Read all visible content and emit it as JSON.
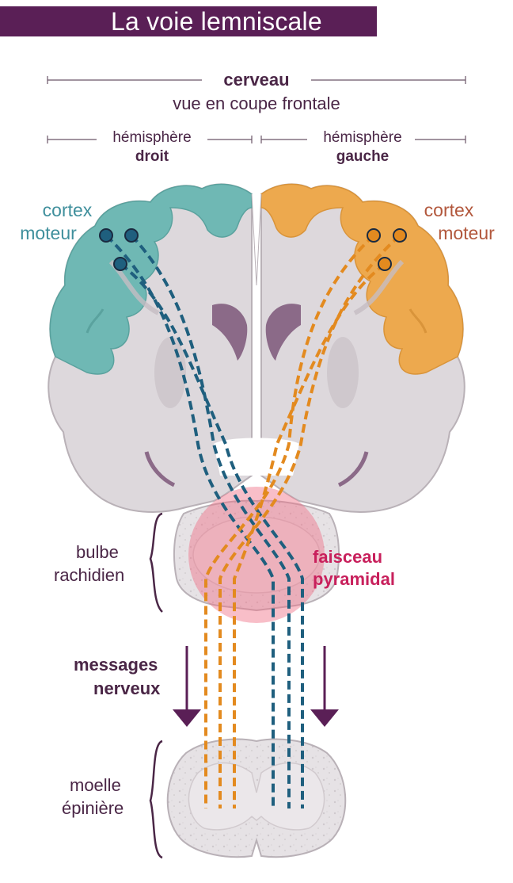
{
  "title": "La voie lemniscale",
  "header": {
    "brain": "cerveau",
    "view": "vue en coupe frontale",
    "right_hemi_line1": "hémisphère",
    "right_hemi_line2": "droit",
    "left_hemi_line1": "hémisphère",
    "left_hemi_line2": "gauche"
  },
  "labels": {
    "cortex_left_1": "cortex",
    "cortex_left_2": "moteur",
    "cortex_right_1": "cortex",
    "cortex_right_2": "moteur",
    "bulbe_1": "bulbe",
    "bulbe_2": "rachidien",
    "faisceau_1": "faisceau",
    "faisceau_2": "pyramidal",
    "messages_1": "messages",
    "messages_2": "nerveux",
    "moelle_1": "moelle",
    "moelle_2": "épinière"
  },
  "colors": {
    "title_bg": "#5a1f56",
    "teal_cortex": "#6fb8b4",
    "orange_cortex": "#eda94e",
    "blue_tract": "#1f5f7e",
    "orange_tract": "#e38a1f",
    "pink_zone": "#ef6f84",
    "faisceau_text": "#c8205c",
    "cortex_left_text": "#3f8f9c",
    "cortex_right_text": "#b2573c",
    "arrow": "#5a1f56",
    "tissue": "#ddd8dc"
  },
  "icons": [
    "down-arrow-icon",
    "brace-icon"
  ]
}
